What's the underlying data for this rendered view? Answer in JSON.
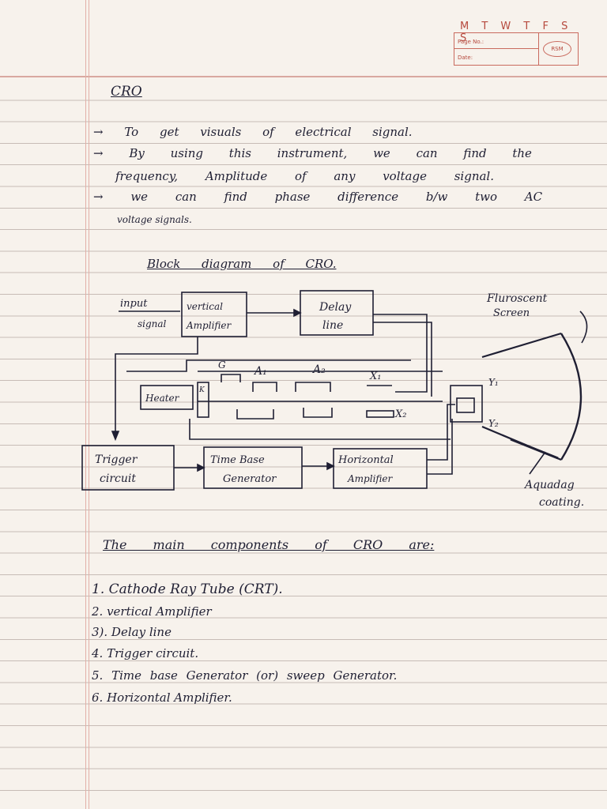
{
  "header": {
    "weekdays": "M T W T F S S",
    "page_no_label": "Page No.:",
    "date_label": "Date:",
    "logo": "RSM"
  },
  "notes": {
    "title": "CRO",
    "lines": [
      "→ To get visuals of electrical signal.",
      "→ By using this instrument, we can find the",
      "frequency, Amplitude of any voltage signal.",
      "→ we can find phase difference b/w two AC",
      "voltage signals."
    ],
    "diagram_heading": "Block diagram of CRO."
  },
  "diagram": {
    "input_signal": [
      "input",
      "signal"
    ],
    "vertical_amplifier": [
      "vertical",
      "Amplifier"
    ],
    "delay_line": [
      "Delay",
      "line"
    ],
    "heater": "Heater",
    "k_label": "K",
    "g_label": "G",
    "a1_label": "A₁",
    "a2_label": "A₂",
    "x1_label": "X₁",
    "x2_label": "X₂",
    "y1_label": "Y₁",
    "y2_label": "Y₂",
    "fluorescent_screen": [
      "Fluroscent",
      "Screen"
    ],
    "trigger_circuit": [
      "Trigger",
      "circuit"
    ],
    "time_base_generator": [
      "Time Base",
      "Generator"
    ],
    "horizontal_amplifier": [
      "Horizontal",
      "Amplifier"
    ],
    "aquadag_coating": [
      "Aquadag",
      "coating."
    ]
  },
  "components": {
    "heading": "The main components of CRO are:",
    "items": [
      "1. Cathode Ray Tube (CRT).",
      "2. vertical Amplifier",
      "3). Delay line",
      "4. Trigger circuit.",
      "5. Time base Generator (or) sweep Generator.",
      "6. Horizontal Amplifier."
    ]
  },
  "colors": {
    "ink": "#1f1f33",
    "print_red": "#b6493d",
    "ruled_line": "#c7bcb6"
  }
}
